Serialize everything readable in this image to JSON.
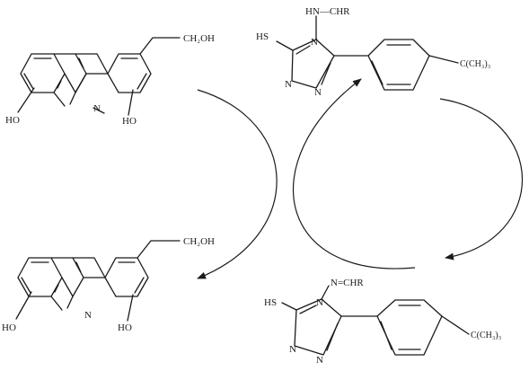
{
  "molecules": {
    "acridine_top": {
      "substituent": "CH₂OH",
      "nitrogen": "N",
      "hydroxy_left": "HO",
      "hydroxy_right": "HO"
    },
    "acridine_bottom": {
      "substituent": "CH₂OH",
      "nitrogen": "N",
      "hydroxy_left": "HO",
      "hydroxy_right": "HO"
    },
    "triazole_top": {
      "thiol": "HS",
      "side_chain": "HN—CHR",
      "ring_n_upper": "N",
      "ring_n_lower_left": "N",
      "ring_n_lower_right": "N",
      "tert_butyl": "C(CH₃)₃"
    },
    "triazole_bottom": {
      "thiol": "HS",
      "side_chain": "N=CHR",
      "ring_n_upper": "N",
      "ring_n_lower_left": "N",
      "ring_n_lower_right": "N",
      "tert_butyl": "C(CH₃)₃"
    }
  }
}
